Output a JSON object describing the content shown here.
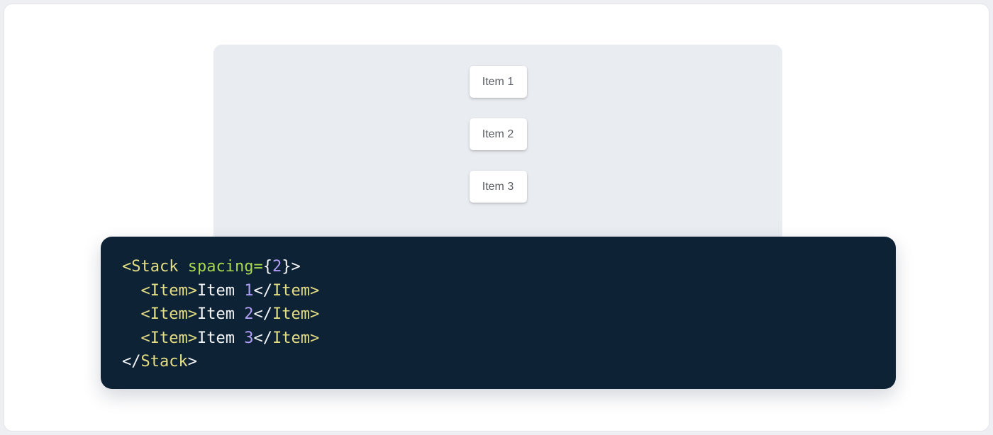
{
  "demo": {
    "items": [
      {
        "label": "Item 1"
      },
      {
        "label": "Item 2"
      },
      {
        "label": "Item 3"
      }
    ]
  },
  "code": {
    "language": "jsx",
    "source": "<Stack spacing={2}>\n  <Item>Item 1</Item>\n  <Item>Item 2</Item>\n  <Item>Item 3</Item>\n</Stack>",
    "lines": [
      {
        "tokens": [
          {
            "text": "<Stack",
            "type": "tag"
          },
          {
            "text": " ",
            "type": "plain"
          },
          {
            "text": "spacing",
            "type": "attr"
          },
          {
            "text": "=",
            "type": "attr"
          },
          {
            "text": "{",
            "type": "plain"
          },
          {
            "text": "2",
            "type": "number"
          },
          {
            "text": "}",
            "type": "plain"
          },
          {
            "text": ">",
            "type": "plain"
          }
        ]
      },
      {
        "tokens": [
          {
            "text": "  ",
            "type": "plain"
          },
          {
            "text": "<Item>",
            "type": "tag"
          },
          {
            "text": "Item ",
            "type": "plain"
          },
          {
            "text": "1",
            "type": "number"
          },
          {
            "text": "</",
            "type": "plain"
          },
          {
            "text": "Item>",
            "type": "tag"
          }
        ]
      },
      {
        "tokens": [
          {
            "text": "  ",
            "type": "plain"
          },
          {
            "text": "<Item>",
            "type": "tag"
          },
          {
            "text": "Item ",
            "type": "plain"
          },
          {
            "text": "2",
            "type": "number"
          },
          {
            "text": "</",
            "type": "plain"
          },
          {
            "text": "Item>",
            "type": "tag"
          }
        ]
      },
      {
        "tokens": [
          {
            "text": "  ",
            "type": "plain"
          },
          {
            "text": "<Item>",
            "type": "tag"
          },
          {
            "text": "Item ",
            "type": "plain"
          },
          {
            "text": "3",
            "type": "number"
          },
          {
            "text": "</",
            "type": "plain"
          },
          {
            "text": "Item>",
            "type": "tag"
          }
        ]
      },
      {
        "tokens": [
          {
            "text": "</",
            "type": "plain"
          },
          {
            "text": "Stack",
            "type": "tag"
          },
          {
            "text": ">",
            "type": "plain"
          }
        ]
      }
    ]
  },
  "colors": {
    "page_background": "#EDEFF2",
    "card_background": "#FFFFFF",
    "demo_panel_background": "#E9ECF1",
    "item_text": "#5A5E64",
    "code_background": "#0E2235",
    "code_tag": "#E3DD83",
    "code_attr": "#A8D84E",
    "code_number": "#AF9DF6",
    "code_plain": "#F3F5F7"
  }
}
